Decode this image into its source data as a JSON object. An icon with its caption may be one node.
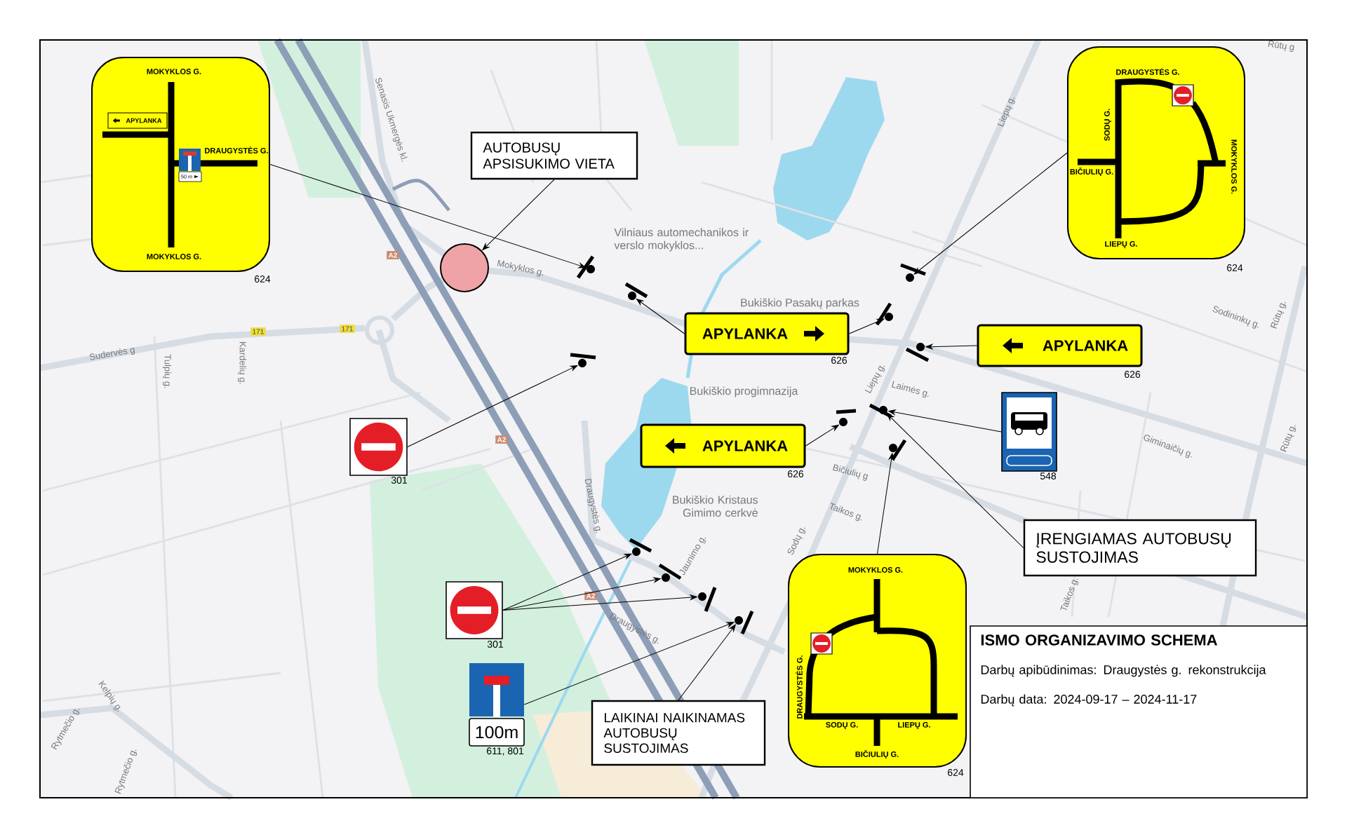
{
  "diagram": {
    "nodes": [
      {
        "text": [
          "MOKYKLOS G.",
          "DRAUGYSTĖS G.",
          "50 m",
          "MOKYKLOS G."
        ],
        "beside": [
          "624"
        ]
      },
      {
        "text": [
          "APYLANKA"
        ],
        "in": 0
      },
      {
        "text": [
          "AUTOBUSŲ APSISUKIMO VIETA"
        ]
      },
      {
        "text": [],
        "shape": "circle"
      },
      {
        "text": [
          "DRAUGYSTĖS G.",
          "SODŲ G.",
          "BIČIULIŲ G.",
          "MOKYKLOS G.",
          "LIEPŲ G."
        ],
        "beside": [
          "624"
        ]
      },
      {
        "text": [
          "APYLANKA"
        ],
        "beside": [
          "626"
        ]
      },
      {
        "text": [
          "APYLANKA"
        ],
        "beside": [
          "626"
        ]
      },
      {
        "text": [],
        "shape": "sign",
        "beside": [
          "301"
        ]
      },
      {
        "text": [],
        "shape": "sign",
        "beside": [
          "548"
        ]
      },
      {
        "text": [
          "APYLANKA"
        ],
        "beside": [
          "626"
        ]
      },
      {
        "text": [],
        "shape": "sign",
        "beside": [
          "301"
        ]
      },
      {
        "text": [
          "100m"
        ],
        "beside": [
          "611, 801"
        ]
      },
      {
        "text": [
          "ĮRENGIAMAS AUTOBUSŲ SUSTOJIMAS"
        ]
      },
      {
        "text": [
          "LAIKINAI NAIKINAMAS AUTOBUSŲ SUSTOJIMAS"
        ]
      },
      {
        "text": [
          "MOKYKLOS G.",
          "DRAUGYSTĖS G.",
          "SODŲ G.",
          "LIEPŲ G.",
          "BIČIULIŲ G."
        ],
        "beside": [
          "624"
        ]
      },
      {
        "text": [
          "ISMO ORGANIZAVIMO SCHEMA",
          "Darbų apibūdinimas: Draugystės g. rekonstrukcija",
          "Darbų data: 2024-09-17 – 2024-11-17"
        ]
      },
      {
        "text": [],
        "shape": "marker"
      },
      {
        "text": [],
        "shape": "marker"
      },
      {
        "text": [],
        "shape": "marker"
      },
      {
        "text": [],
        "shape": "marker"
      },
      {
        "text": [],
        "shape": "marker"
      },
      {
        "text": [],
        "shape": "marker"
      },
      {
        "text": [],
        "shape": "marker"
      },
      {
        "text": [],
        "shape": "marker"
      },
      {
        "text": [],
        "shape": "marker"
      },
      {
        "text": [],
        "shape": "marker"
      },
      {
        "text": [],
        "shape": "marker"
      },
      {
        "text": [],
        "shape": "marker"
      },
      {
        "text": [],
        "shape": "marker"
      }
    ],
    "edges": [
      {
        "from": 0,
        "to": 16,
        "arrow": "to"
      },
      {
        "from": 2,
        "to": 3,
        "arrow": "to"
      },
      {
        "from": 4,
        "to": 17,
        "arrow": "to"
      },
      {
        "from": 5,
        "to": 18,
        "arrow": "to"
      },
      {
        "from": 5,
        "to": 19,
        "arrow": "to"
      },
      {
        "from": 6,
        "to": 20,
        "arrow": "to"
      },
      {
        "from": 7,
        "to": 21,
        "arrow": "to"
      },
      {
        "from": 8,
        "to": 22,
        "arrow": "to"
      },
      {
        "from": 12,
        "to": 22,
        "arrow": "to"
      },
      {
        "from": 9,
        "to": 23,
        "arrow": "to"
      },
      {
        "from": 14,
        "to": 24,
        "arrow": "to"
      },
      {
        "from": 10,
        "to": 25,
        "arrow": "to"
      },
      {
        "from": 10,
        "to": 26,
        "arrow": "to"
      },
      {
        "from": 10,
        "to": 27,
        "arrow": "to"
      },
      {
        "from": 11,
        "to": 28,
        "arrow": "to"
      },
      {
        "from": 13,
        "to": 28,
        "arrow": "to"
      }
    ],
    "labels": [
      "Rūtų g",
      "Senasis Ukmergės kl.",
      "Liepų g.",
      "Vilniaus automechanikos ir verslo mokyklos...",
      "Mokyklos g.",
      "A2",
      "Bukiškio Pasakų parkas",
      "Sodininkų g.",
      "Rūtų g.",
      "171",
      "171",
      "Sudervės g",
      "Tulpių g.",
      "Kardelių g.",
      "Liepų g.",
      "Laimės g.",
      "Bukiškio progimnazija",
      "Giminaičių g.",
      "Rūtų g.",
      "A2",
      "Bičiulių g",
      "Draugystės g.",
      "Bukiškio Kristaus Gimimo cerkvė",
      "Taikos g.",
      "Sodų g.",
      "Jaunimo g.",
      "Taikos g.",
      "A2",
      "Draugystės g.",
      "Kelpių g.",
      "Rytmečio g.",
      "Rytmečio g."
    ]
  }
}
